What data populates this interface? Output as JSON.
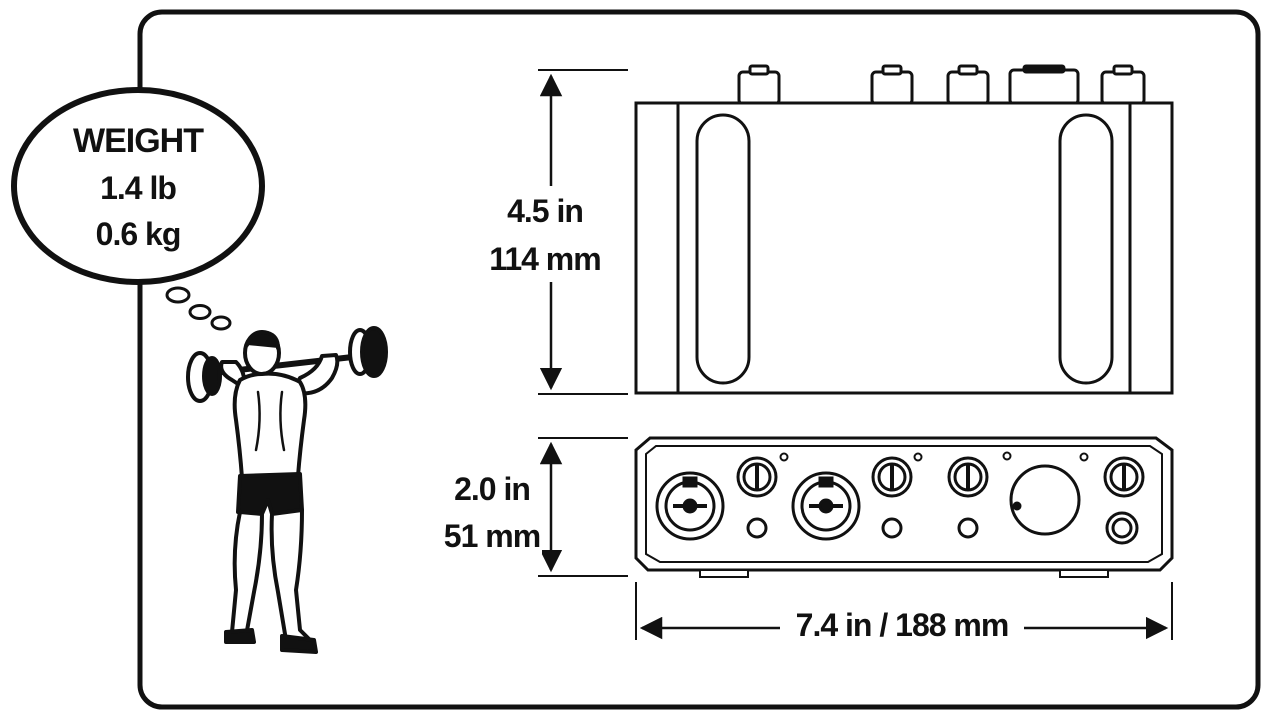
{
  "weight": {
    "title": "WEIGHT",
    "imperial": "1.4 lb",
    "metric": "0.6 kg"
  },
  "dimensions": {
    "depth_imperial": "4.5 in",
    "depth_metric": "114 mm",
    "height_imperial": "2.0 in",
    "height_metric": "51 mm",
    "width": "7.4 in / 188 mm"
  },
  "icons": {
    "figure": "weightlifter-icon",
    "top_view": "interface-top-view",
    "front_view": "interface-front-view"
  },
  "colors": {
    "ink": "#111111",
    "background": "#ffffff"
  }
}
